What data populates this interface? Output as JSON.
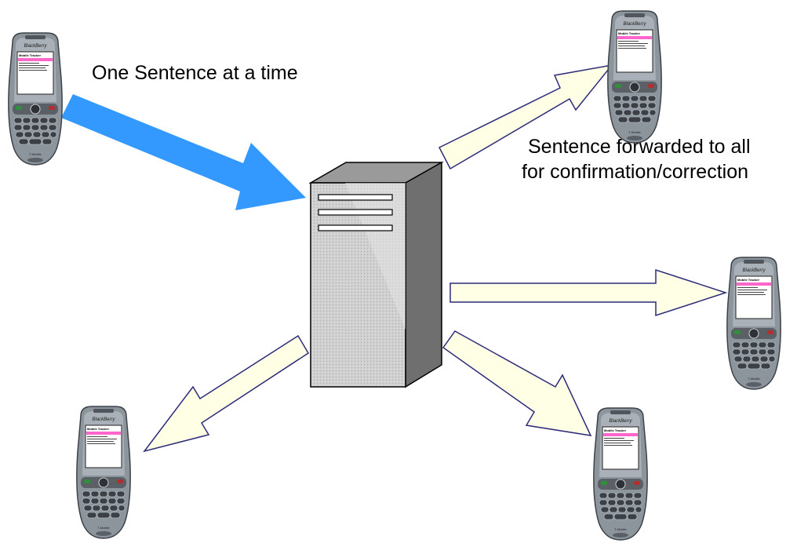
{
  "diagram": {
    "input_label": "One Sentence at a time",
    "broadcast_label_line1": "Sentence forwarded to all",
    "broadcast_label_line2": "for confirmation/correction"
  },
  "phone": {
    "brand": "BlackBerry",
    "screen_title": "Mobile Tracker",
    "carrier": "T-Mobile"
  },
  "colors": {
    "input_arrow": "#3399ff",
    "output_arrow_fill": "#ffffe6",
    "output_arrow_stroke": "#2b2b7a",
    "server": "#c8c8c8",
    "highlight": "#ff66cc"
  }
}
